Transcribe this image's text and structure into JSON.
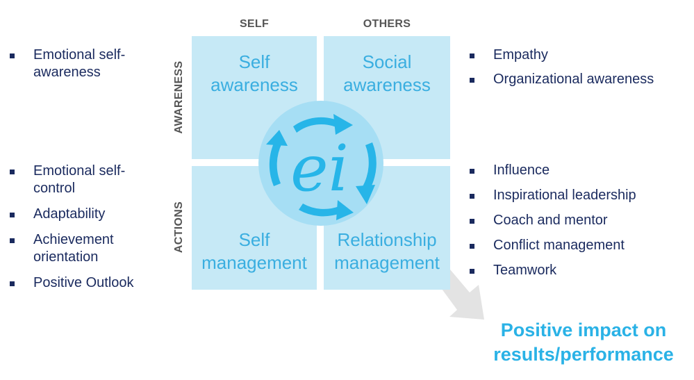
{
  "columns": {
    "self": "SELF",
    "others": "OTHERS"
  },
  "rows": {
    "awareness": "AWARENESS",
    "actions": "ACTIONS"
  },
  "quadrants": {
    "self_awareness": [
      "Self",
      "awareness"
    ],
    "social_awareness": [
      "Social",
      "awareness"
    ],
    "self_management": [
      "Self",
      "management"
    ],
    "relationship_management": [
      "Relationship",
      "management"
    ]
  },
  "center_logo": {
    "text": "ei",
    "circle_color": "#a6def4",
    "arrow_color": "#27b5e8"
  },
  "lists": {
    "self_awareness": [
      "Emotional self-awareness"
    ],
    "self_management": [
      "Emotional self-control",
      "Adaptability",
      "Achievement orientation",
      "Positive Outlook"
    ],
    "social_awareness": [
      "Empathy",
      "Organizational awareness"
    ],
    "relationship_management": [
      "Influence",
      "Inspirational leadership",
      "Coach and mentor",
      "Conflict management",
      "Teamwork"
    ]
  },
  "outcome": {
    "line1": "Positive impact on",
    "line2": "results/performance"
  },
  "colors": {
    "quad_fill": "#c6e9f6",
    "quad_text": "#3aaee0",
    "bullet_text": "#1a2a5e",
    "header_text": "#555555",
    "outcome_text": "#2ab2e6",
    "arrow_gray": "#e3e3e3"
  }
}
